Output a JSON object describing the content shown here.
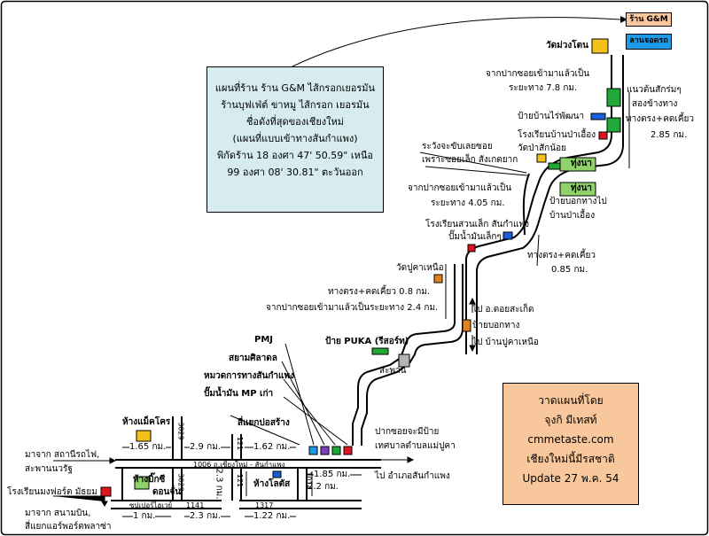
{
  "info": {
    "lines": [
      "แผนที่ร้าน ร้าน G&M ไส้กรอกเยอรมัน",
      "ร้านบุฟเฟ่ต์ ขาหมู ไส้กรอก เยอรมัน",
      "ชื่อดังที่สุดของเชียงใหม่",
      "(แผนที่แบบเข้าทางสันกำแพง)",
      "พิกัดร้าน 18 องศา 47' 50.59\" เหนือ",
      "99 องศา 08' 30.81\" ตะวันออก"
    ]
  },
  "credit": {
    "lines": [
      "วาดแผนที่โดย",
      "จุงกิ มีเทสท์",
      "cmmetaste.com",
      "เชียงใหม่นี้มีรสชาติ",
      "Update 27 พ.ค. 54"
    ]
  },
  "shop": {
    "name": "ร้าน G&M",
    "parking": "ลานจอดรถ"
  },
  "labels": {
    "wat_muang_ton": "วัดม่วงโตน",
    "from_soi_7_8": "จากปากซอยเข้ามาแล้วเป็น",
    "distance_7_8": "ระยะทาง 7.8 กม.",
    "curve_note_1": "แนวต้นสักร่มๆ",
    "curve_note_2": "สองข้างทาง",
    "curve_note_3": "ทางตรง+คดเคี้ยว",
    "distance_2_85": "2.85 กม.",
    "ban_rai_phatthana": "ป้ายบ้านไร่พัฒนา",
    "school_pa_aueng": "โรงเรียนบ้านป่าเอื้อง",
    "wat_pa_sak_noi": "วัดป่าสักน้อย",
    "rice_field_1": "ทุ่งนา",
    "rice_field_2": "ทุ่งนา",
    "sign_to_pa_aueng_1": "ป้ายบอกทางไป",
    "sign_to_pa_aueng_2": "บ้านป่าเอื้อง",
    "caution_1": "ระวังจะขับเลยซอย",
    "caution_2": "เพราะซอยเล็ก สังเกตยาก",
    "from_soi_4_05": "จากปากซอยเข้ามาแล้วเป็น",
    "distance_4_05": "ระยะทาง 4.05 กม.",
    "school_suan_lek": "โรงเรียนสวนเล็ก สันกำแพง",
    "small_gas": "ปั๊มน้ำมันเล็กๆ",
    "curve_0_85_a": "ทางตรง+คดเคี้ยว",
    "distance_0_85": "0.85 กม.",
    "wat_pu_kha_nuea": "วัดปูคาเหนือ",
    "curve_0_8": "ทางตรง+คดเคี้ยว 0.8 กม.",
    "from_soi_2_4": "จากปากซอยเข้ามาแล้วเป็นระยะทาง 2.4 กม.",
    "to_doi_saket": "ไป อ.ดอยสะเก็ด",
    "direction_sign": "ป้ายบอกทาง",
    "to_ban_pu_kha": "ไป บ้านปูคาเหนือ",
    "puka_sign": "ป้าย PUKA (รีสอร์ท)",
    "bridge": "สะพาน",
    "pmj": "PMJ",
    "siam_siladon": "สยามศิลาดล",
    "highway_district": "หมวดการทางสันกำแพง",
    "mp_gas": "ปั๊มน้ำมัน MP เก่า",
    "bo_sang_junction": "สี่แยกบ่อสร้าง",
    "soi_entrance_1": "ปากซอยจะมีป้าย",
    "soi_entrance_2": "เทศบาลตำบลแม่ปูคา",
    "to_san_kamphaeng": "ไป อำเภอสันกำแพง",
    "makro": "ห้างแม็คโคร",
    "big_c": "ห้างบิ๊กซี",
    "don_chan": "ดอนจั่น",
    "lotus": "ห้างโลตัส",
    "from_station": "มาจาก สถานีรถไฟ,",
    "nawarat_bridge": "สะพานนวรัฐ",
    "montfort_school": "โรงเรียนมงฟอร์ต มัธยม",
    "from_airport": "มาจาก สนามบิน,",
    "airport_plaza_junction": "สี่แยกแอร์พอร์ตพลาซ่า",
    "road_1006": "1006 ถ.เชียงใหม่ - สันกำแพง",
    "superhighway": "ซุปเปอร์ไฮเวย์",
    "road_1141": "1141",
    "road_1317": "1317",
    "road_1014": "1014",
    "road_121_a": "121",
    "road_121_b": "121",
    "road_3029_a": "3029",
    "road_3029_b": "3029",
    "d_1_65": "1.65 กม.",
    "d_2_9": "2.9 กม.",
    "d_1_62": "1.62 กม.",
    "d_1_85": "1.85 กม.",
    "d_2_3_v": "2.3 กม.",
    "d_2_2_v": "2.2 กม.",
    "d_1_a": "1 กม.",
    "d_2_3_h": "2.3 กม.",
    "d_1_22": "1.22 กม."
  },
  "colors": {
    "info_bg": "#d7ecf0",
    "credit_bg": "#f8c89c",
    "shop_bg": "#f8c89c",
    "parking_bg": "#1e9be8",
    "green": "#22a838",
    "light_green": "#8fd26a",
    "yellow": "#f2c21a",
    "orange": "#e0821e",
    "red": "#e0141e",
    "blue": "#1a5ed8",
    "bridge_gray": "#b4b4b4"
  }
}
